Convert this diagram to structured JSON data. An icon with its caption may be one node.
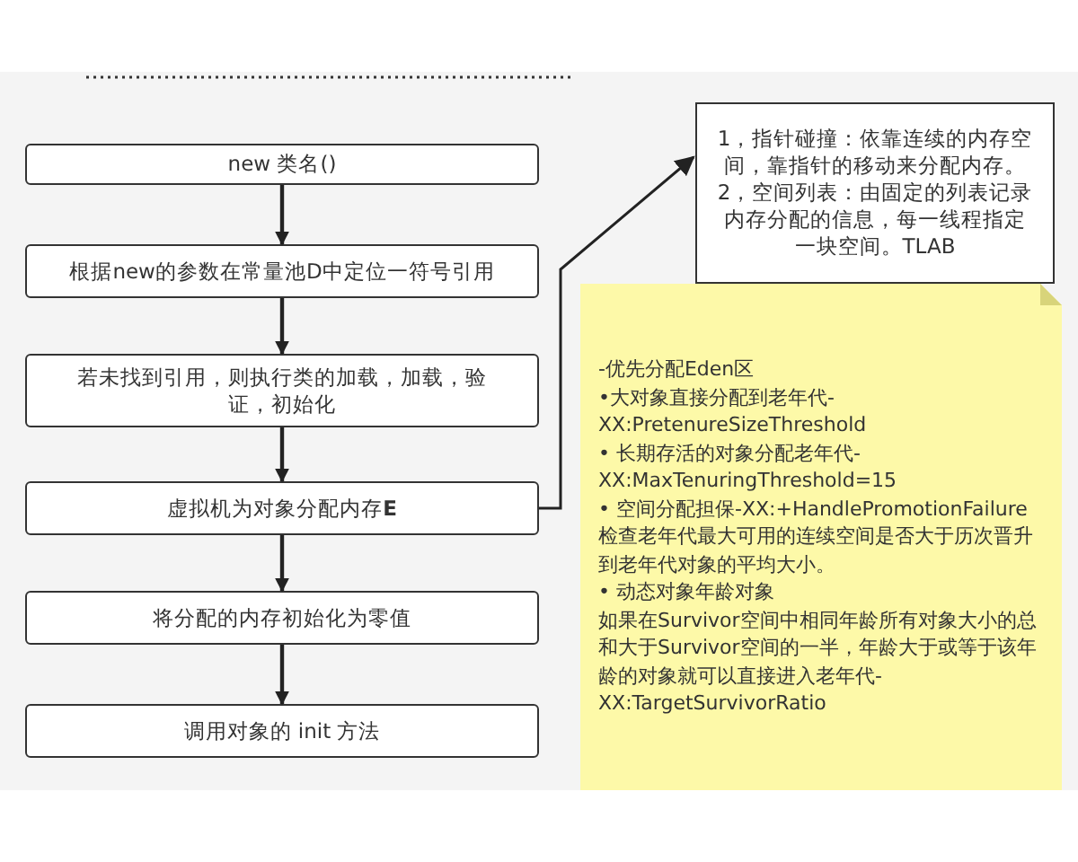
{
  "diagram": {
    "nodes": [
      {
        "text": [
          "new 类名()"
        ]
      },
      {
        "text": [
          "根据new的参数在常量池D中定位一符号引用"
        ]
      },
      {
        "text": [
          "若未找到引用，则执行类的加载，加载，验证，初始化"
        ]
      },
      {
        "text": [
          "虚拟机为对象分配内存**E**"
        ]
      },
      {
        "text": [
          "将分配的内存初始化为零值"
        ]
      },
      {
        "text": [
          "调用对象的 init 方法"
        ]
      },
      {
        "text": [
          "1，指针碰撞：依靠连续的内存空间，靠指针的移动来分配内存。",
          "2，空间列表：由固定的列表记录内存分配的信息，每一线程指定一块空间。TLAB"
        ]
      },
      {
        "text": [
          "-优先分配Eden区",
          "•大对象直接分配到老年代-XX:PretenureSizeThreshold",
          "• 长期存活的对象分配老年代-XX:MaxTenuringThreshold=15",
          "• 空间分配担保-XX:+HandlePromotionFailure检查老年代最大可用的连续空间是否大于历次晋升到老年代对象的平均大小。",
          "• 动态对象年龄对象",
          "如果在Survivor空间中相同年龄所有对象大小的总和大于Survivor空间的一半，年龄大于或等于该年龄的对象就可以直接进入老年代-XX:TargetSurvivorRatio"
        ]
      }
    ],
    "edges": [
      {
        "from": 0,
        "to": 1,
        "arrow": "to"
      },
      {
        "from": 1,
        "to": 2,
        "arrow": "to"
      },
      {
        "from": 2,
        "to": 3,
        "arrow": "to"
      },
      {
        "from": 3,
        "to": 4,
        "arrow": "to"
      },
      {
        "from": 4,
        "to": 5,
        "arrow": "to"
      },
      {
        "from": 3,
        "to": 6,
        "arrow": "to"
      }
    ]
  }
}
